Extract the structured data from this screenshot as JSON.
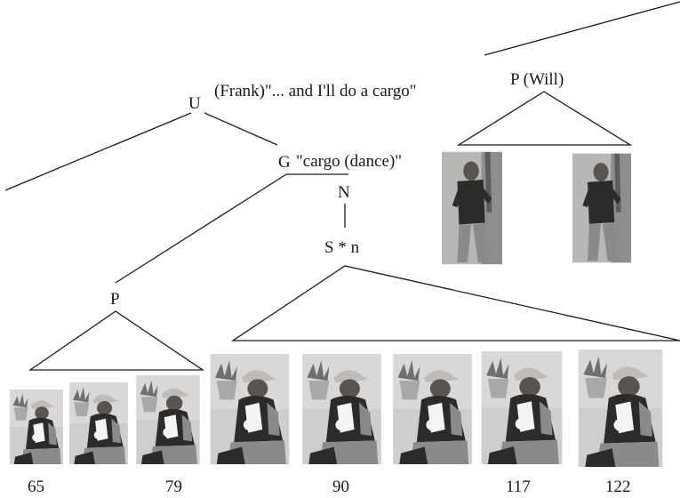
{
  "labels": {
    "u": "U",
    "frank_quote": "(Frank)\"... and I'll do a cargo\"",
    "g": "G",
    "cargo_quote": "\"cargo (dance)\"",
    "n": "N",
    "sn": "S * n",
    "p_left": "P",
    "p_will": "P (Will)"
  },
  "frame_numbers": [
    "65",
    "79",
    "90",
    "117",
    "122"
  ]
}
